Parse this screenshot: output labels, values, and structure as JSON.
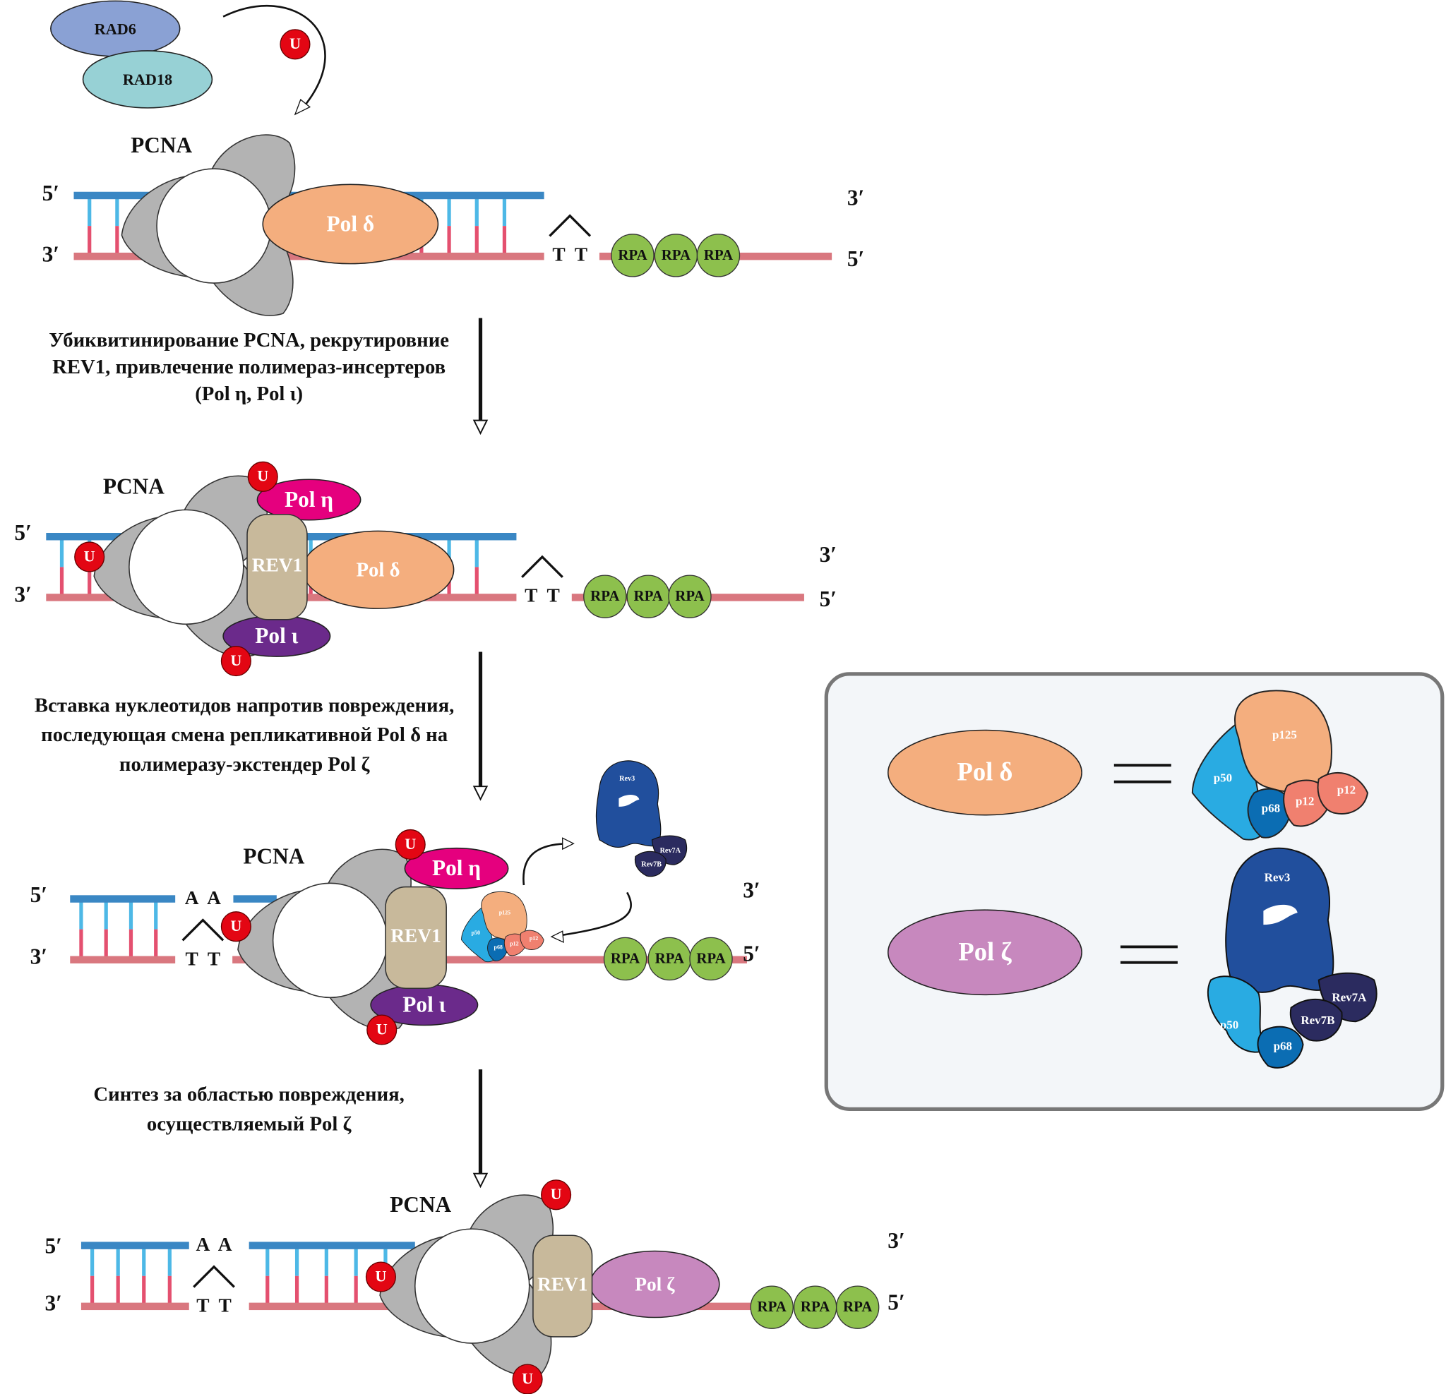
{
  "labels": {
    "rad6": "RAD6",
    "rad18": "RAD18",
    "ub": "U",
    "pcna": "PCNA",
    "five_prime": "5′",
    "three_prime": "3′",
    "pol_delta": "Pol δ",
    "pol_eta": "Pol η",
    "pol_iota": "Pol ι",
    "pol_zeta": "Pol ζ",
    "rev1": "REV1",
    "rpa": "RPA",
    "t": "T",
    "a": "A",
    "rev3": "Rev3",
    "rev7a": "Rev7A",
    "rev7b": "Rev7B",
    "p125": "p125",
    "p50": "p50",
    "p68": "p68",
    "p12": "p12"
  },
  "steps": [
    {
      "lines": [
        "Убиквитинирование PCNA, рекрутировние",
        "REV1, привлечение полимераз-инсертеров",
        "(Pol η, Pol ι)"
      ]
    },
    {
      "lines": [
        "Вставка нуклеотидов напротив повреждения,",
        "последующая смена репликативной Pol δ на",
        "полимеразу-экстендер Pol ζ"
      ]
    },
    {
      "lines": [
        "Синтез за областью повреждения,",
        "осуществляемый Pol ζ"
      ]
    }
  ],
  "colors": {
    "strand_top": "#3a87c4",
    "strand_bottom": "#d9777f",
    "rung_top": "#4db8e6",
    "rung_bottom": "#e4506f",
    "pcna": "#b3b3b3",
    "pol_delta": "#f4ae7e",
    "pol_eta": "#e5007e",
    "pol_iota": "#6b2a8b",
    "pol_zeta": "#c788be",
    "rev1": "#c8b99b",
    "rpa": "#8dc04d",
    "ubiquitin": "#e30613",
    "rad6": "#8aa1d4",
    "rad18": "#97d1d5",
    "rev3": "#214f9d",
    "rev7": "#2b2b5f",
    "p50": "#29abe2",
    "p68": "#0b6db3",
    "p12": "#f0806f",
    "legend_bg": "#f3f6f9"
  }
}
